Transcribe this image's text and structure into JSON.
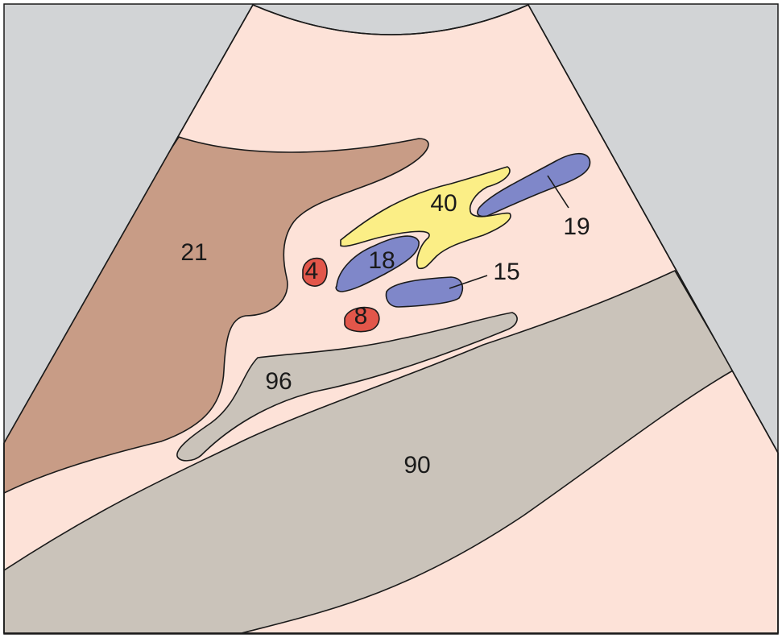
{
  "colors": {
    "background": "#d2d4d6",
    "sector": "#fde2d8",
    "region_brown": "#c89c86",
    "region_gray": "#cac3ba",
    "region_yellow": "#fbee86",
    "region_blue": "#7f87c9",
    "region_red": "#e2564a",
    "outline": "#1a1a1a"
  },
  "labels": {
    "label_21": "21",
    "label_40": "40",
    "label_19": "19",
    "label_18": "18",
    "label_15": "15",
    "label_4": "4",
    "label_8": "8",
    "label_96": "96",
    "label_90": "90"
  }
}
